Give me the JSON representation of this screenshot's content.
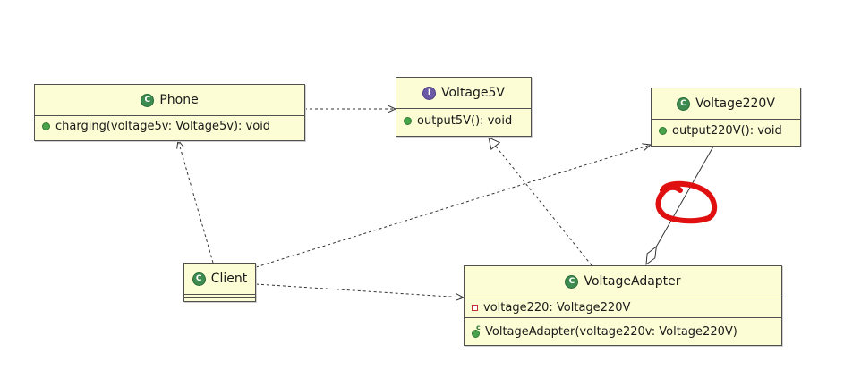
{
  "diagram": {
    "classes": {
      "phone": {
        "name": "Phone",
        "stereotype_icon": "class-icon",
        "methods": [
          "charging(voltage5v: Voltage5v): void"
        ]
      },
      "voltage5v": {
        "name": "Voltage5V",
        "stereotype_icon": "interface-icon",
        "methods": [
          "output5V(): void"
        ]
      },
      "voltage220v": {
        "name": "Voltage220V",
        "stereotype_icon": "class-icon",
        "methods": [
          "output220V(): void"
        ]
      },
      "client": {
        "name": "Client",
        "stereotype_icon": "class-icon"
      },
      "voltageAdapter": {
        "name": "VoltageAdapter",
        "stereotype_icon": "class-icon",
        "fields": [
          "voltage220: Voltage220V"
        ],
        "constructors": [
          "VoltageAdapter(voltage220v: Voltage220V)"
        ]
      }
    },
    "relationships": [
      {
        "from": "Phone",
        "to": "Voltage5V",
        "kind": "dependency"
      },
      {
        "from": "Client",
        "to": "Phone",
        "kind": "dependency"
      },
      {
        "from": "Client",
        "to": "Voltage220V",
        "kind": "dependency"
      },
      {
        "from": "Client",
        "to": "VoltageAdapter",
        "kind": "dependency"
      },
      {
        "from": "VoltageAdapter",
        "to": "Voltage5V",
        "kind": "realization"
      },
      {
        "from": "VoltageAdapter",
        "to": "Voltage220V",
        "kind": "aggregation"
      }
    ],
    "annotation": {
      "kind": "hand-drawn circle",
      "color": "#e01010"
    },
    "colors": {
      "box_fill": "#fcfcd5",
      "box_border": "#505050",
      "annotation": "#e01010"
    }
  }
}
